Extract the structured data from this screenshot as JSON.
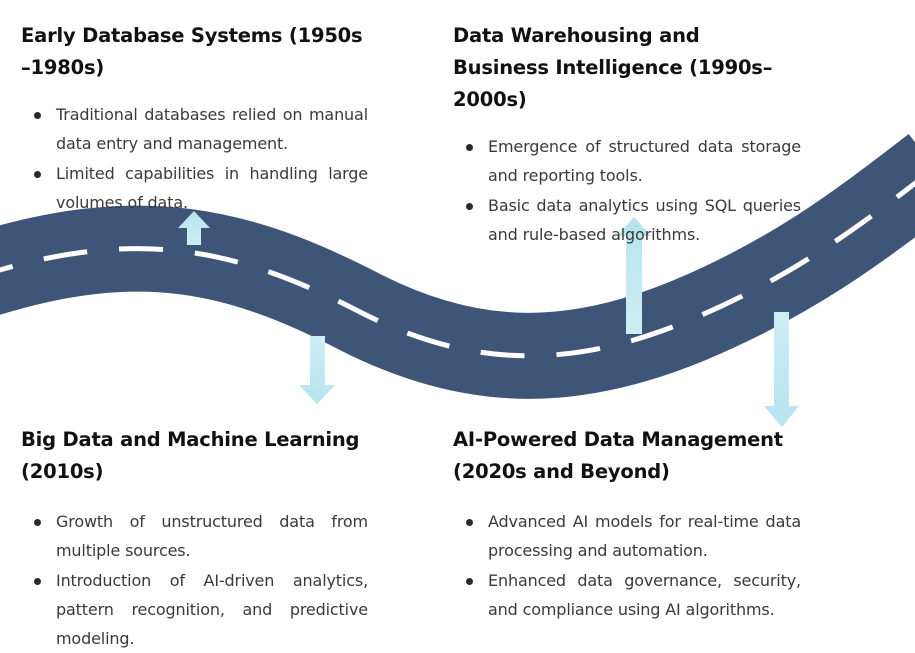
{
  "stages": [
    {
      "title": "Early Database Systems (1950s\n–1980s)",
      "bullets": [
        "Traditional databases relied on manual data entry and management.",
        "Limited capabilities in handling large volumes of data."
      ]
    },
    {
      "title": "Data Warehousing and Business Intelligence (1990s–2000s)",
      "bullets": [
        "Emergence of structured data storage and reporting tools.",
        "Basic data analytics using SQL queries and rule-based algorithms."
      ]
    },
    {
      "title": "Big Data and Machine Learning (2010s)",
      "bullets": [
        "Growth of unstructured data from multiple sources.",
        "Introduction of AI-driven analytics, pattern recognition, and predictive modeling."
      ]
    },
    {
      "title": "AI-Powered Data Management (2020s and Beyond)",
      "bullets": [
        "Advanced AI models for real-time data processing and automation.",
        "Enhanced data governance, security, and compliance using AI algorithms."
      ]
    }
  ],
  "colors": {
    "road": "#3e5577",
    "dash": "#ffffff",
    "arrow_top": "#b6e3ef",
    "arrow_bottom": "#cdeef2"
  }
}
